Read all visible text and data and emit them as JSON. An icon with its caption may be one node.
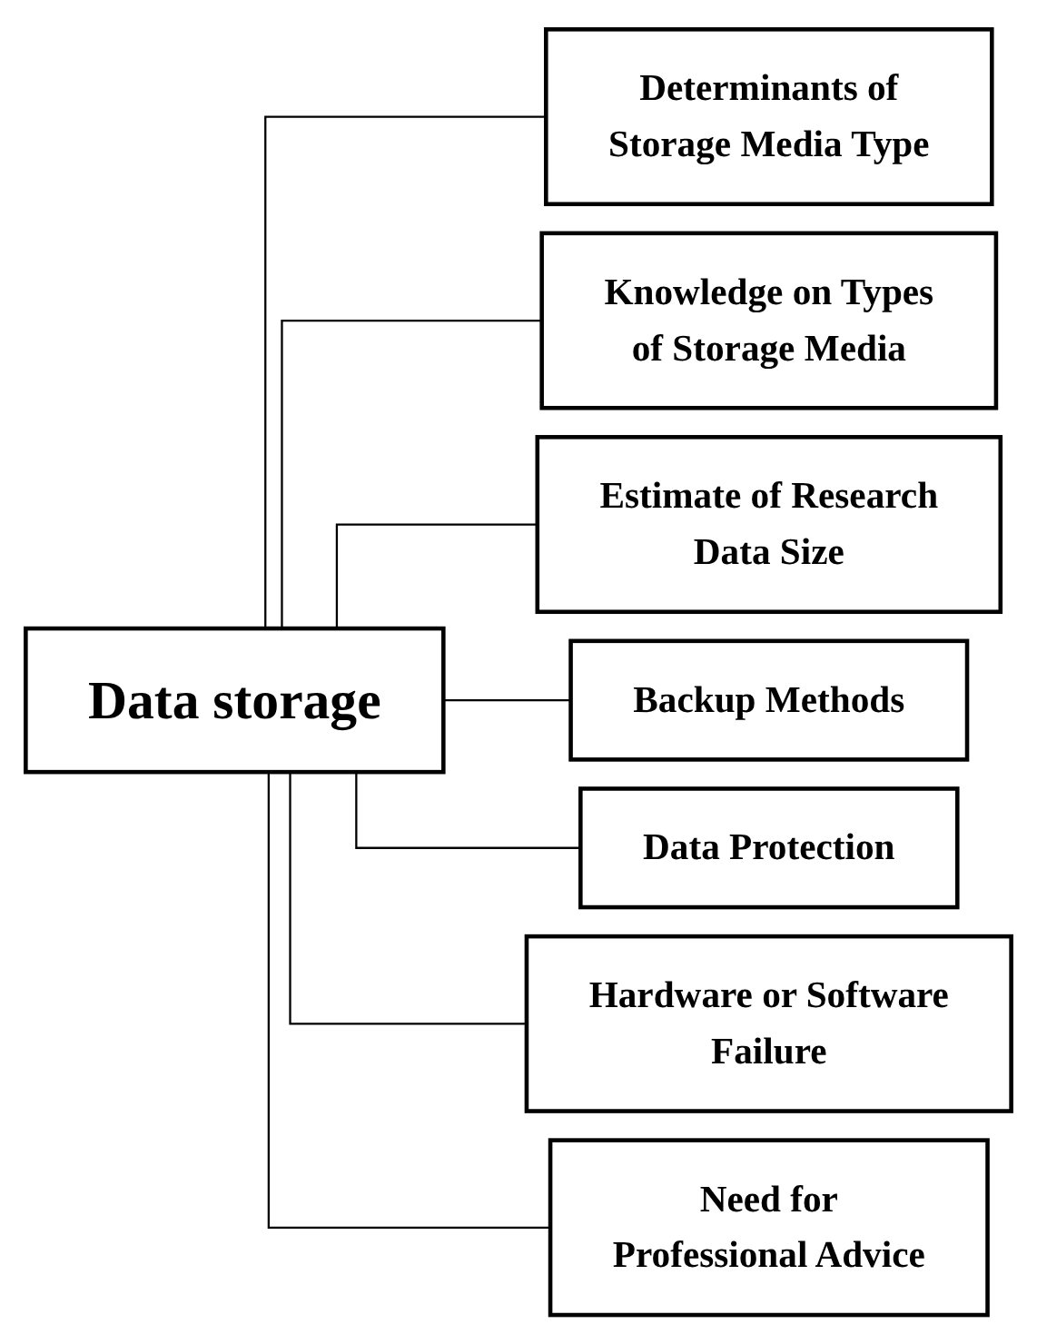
{
  "diagram": {
    "nodes": [
      {
        "text": [
          "Data storage"
        ]
      },
      {
        "text": [
          "Determinants of Storage Media Type"
        ]
      },
      {
        "text": [
          "Knowledge on Types of Storage Media"
        ]
      },
      {
        "text": [
          "Estimate of Research Data Size"
        ]
      },
      {
        "text": [
          "Backup Methods"
        ]
      },
      {
        "text": [
          "Data Protection"
        ]
      },
      {
        "text": [
          "Hardware or Software Failure"
        ]
      },
      {
        "text": [
          "Need for Professional Advice"
        ]
      }
    ],
    "edges": [
      {
        "from": 0,
        "to": 1,
        "arrow": "none"
      },
      {
        "from": 0,
        "to": 2,
        "arrow": "none"
      },
      {
        "from": 0,
        "to": 3,
        "arrow": "none"
      },
      {
        "from": 0,
        "to": 4,
        "arrow": "none"
      },
      {
        "from": 0,
        "to": 5,
        "arrow": "none"
      },
      {
        "from": 0,
        "to": 6,
        "arrow": "none"
      },
      {
        "from": 0,
        "to": 7,
        "arrow": "none"
      }
    ]
  }
}
